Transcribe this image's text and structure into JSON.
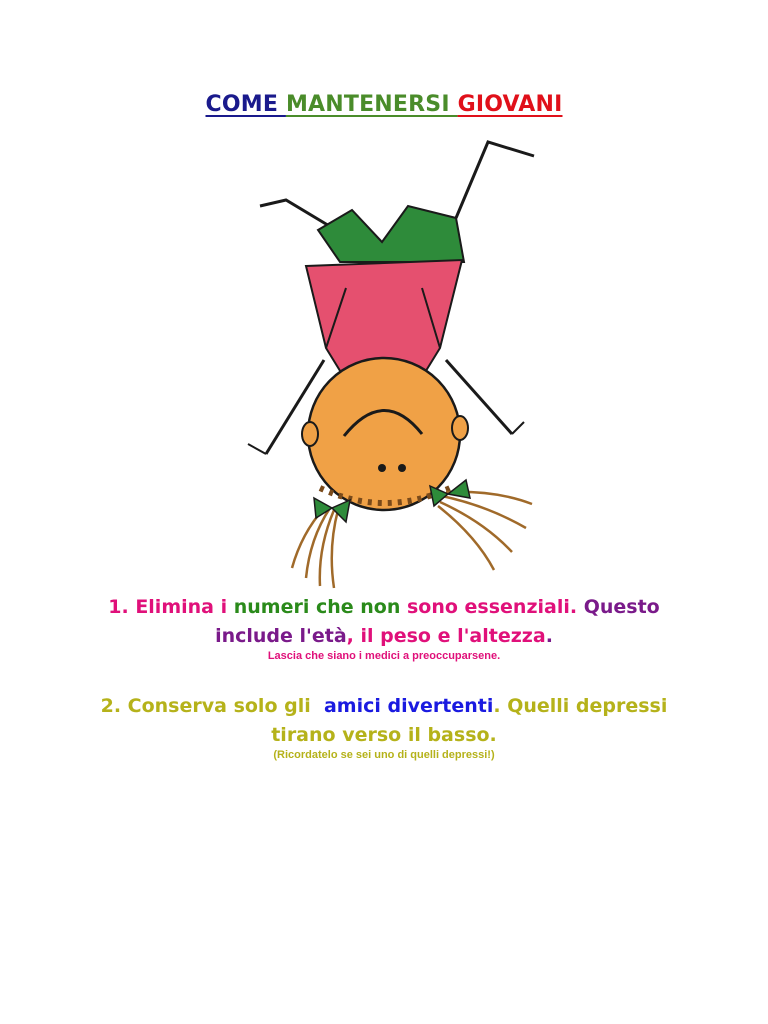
{
  "title": {
    "part1": "COME ",
    "part2": "MANTENERSI ",
    "part3": "GIOVANI",
    "colors": [
      "#1a1a8c",
      "#4a8c2a",
      "#e0101a"
    ]
  },
  "illustration": {
    "subject": "upside-down cartoon girl doing a handstand",
    "colors": {
      "pants": "#2e8b3a",
      "dress": "#e5506f",
      "face": "#f0a146",
      "bows": "#2e8b3a",
      "outline": "#1a1a1a"
    }
  },
  "tip1": {
    "number": "1. ",
    "words": [
      "Elimina ",
      "i ",
      "numeri che non ",
      "sono essenziali. "
    ],
    "next": [
      "Questo",
      "include l'età",
      ", ",
      "il peso e l'altezza",
      "."
    ],
    "note": "Lascia che siano i medici a preoccuparsene.",
    "colors": {
      "pink": "#e0107a",
      "green": "#2a8a1a",
      "purple": "#7a1a8a"
    }
  },
  "tip2": {
    "number": "2. ",
    "lead": "Conserva solo gli ",
    "highlight": "amici divertenti",
    "tail": ". Quelli depressi",
    "line2": "tirano verso il basso.",
    "note": "(Ricordatelo se sei uno di quelli depressi!)",
    "colors": {
      "olive": "#b5b21a",
      "blue": "#1a1ae0"
    }
  }
}
